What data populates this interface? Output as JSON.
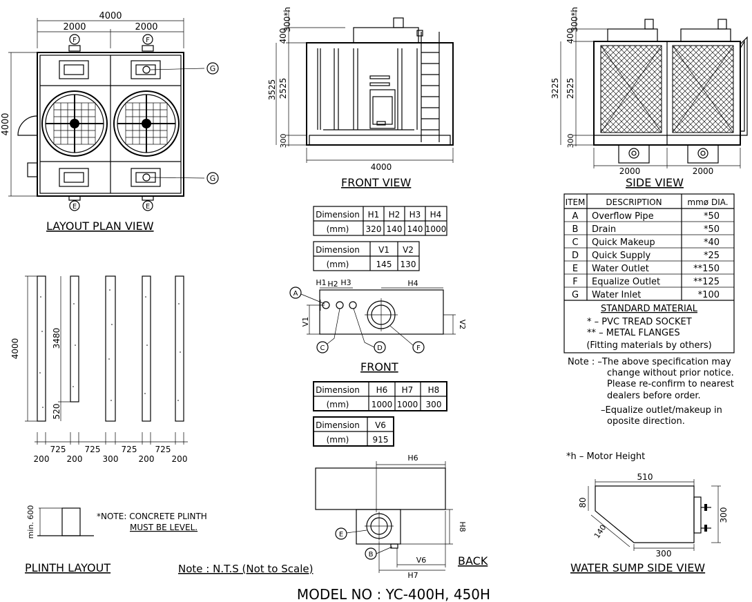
{
  "titles": {
    "layout_plan": "LAYOUT PLAN VIEW",
    "front_view": "FRONT VIEW",
    "side_view": "SIDE VIEW",
    "plinth": "PLINTH LAYOUT",
    "front": "FRONT",
    "back": "BACK",
    "water_sump": "WATER SUMP SIDE VIEW",
    "model": "MODEL NO : YC-400H, 450H",
    "nts": "Note : N.T.S (Not to Scale)"
  },
  "layout_dims": {
    "overall": "4000",
    "left": "2000",
    "right": "2000",
    "height": "4000"
  },
  "front_dims": {
    "d300h": "300*h",
    "d400": "400",
    "d3525": "3525",
    "d2525": "2525",
    "d300": "300",
    "width": "4000"
  },
  "side_dims": {
    "d300h": "300*h",
    "d400": "400",
    "d3225": "3225",
    "d2525": "2525",
    "d300": "300",
    "w1": "2000",
    "w2": "2000"
  },
  "plinth_dims": {
    "d4000": "4000",
    "d3480": "3480",
    "d520": "520",
    "s1": "725",
    "s2": "725",
    "s3": "725",
    "s4": "725",
    "b1": "200",
    "b2": "200",
    "b3": "300",
    "b4": "200",
    "b5": "200",
    "min600": "min. 600",
    "note1": "*NOTE: CONCRETE PLINTH",
    "note2": "MUST BE LEVEL."
  },
  "table_h": {
    "headers": [
      "Dimension",
      "H1",
      "H2",
      "H3",
      "H4"
    ],
    "row": [
      "(mm)",
      "320",
      "140",
      "140",
      "1000"
    ]
  },
  "table_v": {
    "headers": [
      "Dimension",
      "V1",
      "V2"
    ],
    "row": [
      "(mm)",
      "145",
      "130"
    ]
  },
  "table_h6": {
    "headers": [
      "Dimension",
      "H6",
      "H7",
      "H8"
    ],
    "row": [
      "(mm)",
      "1000",
      "1000",
      "300"
    ]
  },
  "table_v6": {
    "headers": [
      "Dimension",
      "V6"
    ],
    "row": [
      "(mm)",
      "915"
    ]
  },
  "front_labels": {
    "h1": "H1",
    "h2": "H2",
    "h3": "H3",
    "h4": "H4",
    "v1": "V1",
    "v2": "V2"
  },
  "back_labels": {
    "h6": "H6",
    "h7": "H7",
    "h8": "H8",
    "v6": "V6"
  },
  "spec_table": {
    "headers": [
      "ITEM",
      "DESCRIPTION",
      "mmø DIA."
    ],
    "rows": [
      [
        "A",
        "Overflow Pipe",
        "*50"
      ],
      [
        "B",
        "Drain",
        "*50"
      ],
      [
        "C",
        "Quick Makeup",
        "*40"
      ],
      [
        "D",
        "Quick Supply",
        "*25"
      ],
      [
        "E",
        "Water Outlet",
        "**150"
      ],
      [
        "F",
        "Equalize Outlet",
        "**125"
      ],
      [
        "G",
        "Water Inlet",
        "*100"
      ]
    ],
    "std_title": "STANDARD MATERIAL",
    "std1": "*  –   PVC TREAD SOCKET",
    "std2": "** –   METAL FLANGES",
    "std3": "(Fitting materials by others)"
  },
  "notes": {
    "n1": "Note : –The above specification may",
    "n2": "change without prior notice.",
    "n3": "Please re-confirm to nearest",
    "n4": "dealers before order.",
    "n5": "–Equalize outlet/makeup in",
    "n6": "oposite direction.",
    "motor": "*h – Motor Height"
  },
  "sump_dims": {
    "w510": "510",
    "h80": "80",
    "d140": "140",
    "h300": "300",
    "b300": "300"
  },
  "bubbles": {
    "A": "A",
    "B": "B",
    "C": "C",
    "D": "D",
    "E": "E",
    "F": "F",
    "G": "G"
  }
}
